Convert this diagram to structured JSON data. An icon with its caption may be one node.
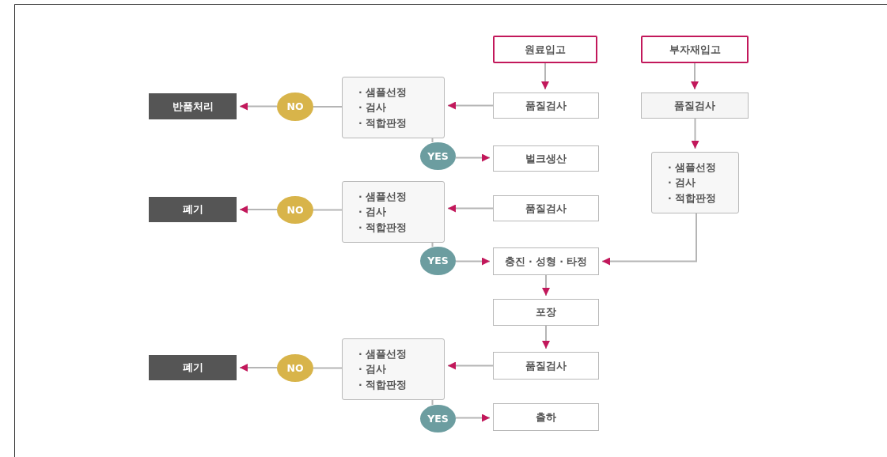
{
  "diagram": {
    "nodes": [
      {
        "text": [
          "원료입고"
        ]
      },
      {
        "text": [
          "부자재입고"
        ]
      },
      {
        "text": [
          "품질검사"
        ]
      },
      {
        "text": [
          "품질검사"
        ]
      },
      {
        "text": [
          "· 샘플선정",
          "· 검사",
          "· 적합판정"
        ]
      },
      {
        "text": [
          "NO"
        ]
      },
      {
        "text": [
          "반품처리"
        ]
      },
      {
        "text": [
          "YES"
        ]
      },
      {
        "text": [
          "벌크생산"
        ]
      },
      {
        "text": [
          "· 샘플선정",
          "· 검사",
          "· 적합판정"
        ]
      },
      {
        "text": [
          "품질검사"
        ]
      },
      {
        "text": [
          "· 샘플선정",
          "· 검사",
          "· 적합판정"
        ]
      },
      {
        "text": [
          "NO"
        ]
      },
      {
        "text": [
          "폐기"
        ]
      },
      {
        "text": [
          "YES"
        ]
      },
      {
        "text": [
          "충진 · 성형 · 타정"
        ]
      },
      {
        "text": [
          "포장"
        ]
      },
      {
        "text": [
          "품질검사"
        ]
      },
      {
        "text": [
          "· 샘플선정",
          "· 검사",
          "· 적합판정"
        ]
      },
      {
        "text": [
          "NO"
        ]
      },
      {
        "text": [
          "폐기"
        ]
      },
      {
        "text": [
          "YES"
        ]
      },
      {
        "text": [
          "출하"
        ]
      }
    ],
    "edges": [
      {
        "from": 0,
        "to": 2,
        "arrow": "to"
      },
      {
        "from": 1,
        "to": 3,
        "arrow": "to"
      },
      {
        "from": 3,
        "to": 9,
        "arrow": "to"
      },
      {
        "from": 2,
        "to": 4,
        "arrow": "to"
      },
      {
        "from": 4,
        "to": 5,
        "arrow": "none"
      },
      {
        "from": 5,
        "to": 6,
        "arrow": "to"
      },
      {
        "from": 4,
        "to": 7,
        "arrow": "none"
      },
      {
        "from": 7,
        "to": 8,
        "arrow": "to"
      },
      {
        "from": 10,
        "to": 11,
        "arrow": "to"
      },
      {
        "from": 11,
        "to": 12,
        "arrow": "none"
      },
      {
        "from": 12,
        "to": 13,
        "arrow": "to"
      },
      {
        "from": 11,
        "to": 14,
        "arrow": "none"
      },
      {
        "from": 14,
        "to": 15,
        "arrow": "to"
      },
      {
        "from": 9,
        "to": 15,
        "arrow": "to"
      },
      {
        "from": 15,
        "to": 16,
        "arrow": "to"
      },
      {
        "from": 16,
        "to": 17,
        "arrow": "to"
      },
      {
        "from": 17,
        "to": 18,
        "arrow": "to"
      },
      {
        "from": 18,
        "to": 19,
        "arrow": "none"
      },
      {
        "from": 19,
        "to": 20,
        "arrow": "to"
      },
      {
        "from": 18,
        "to": 21,
        "arrow": "none"
      },
      {
        "from": 21,
        "to": 22,
        "arrow": "to"
      }
    ]
  }
}
